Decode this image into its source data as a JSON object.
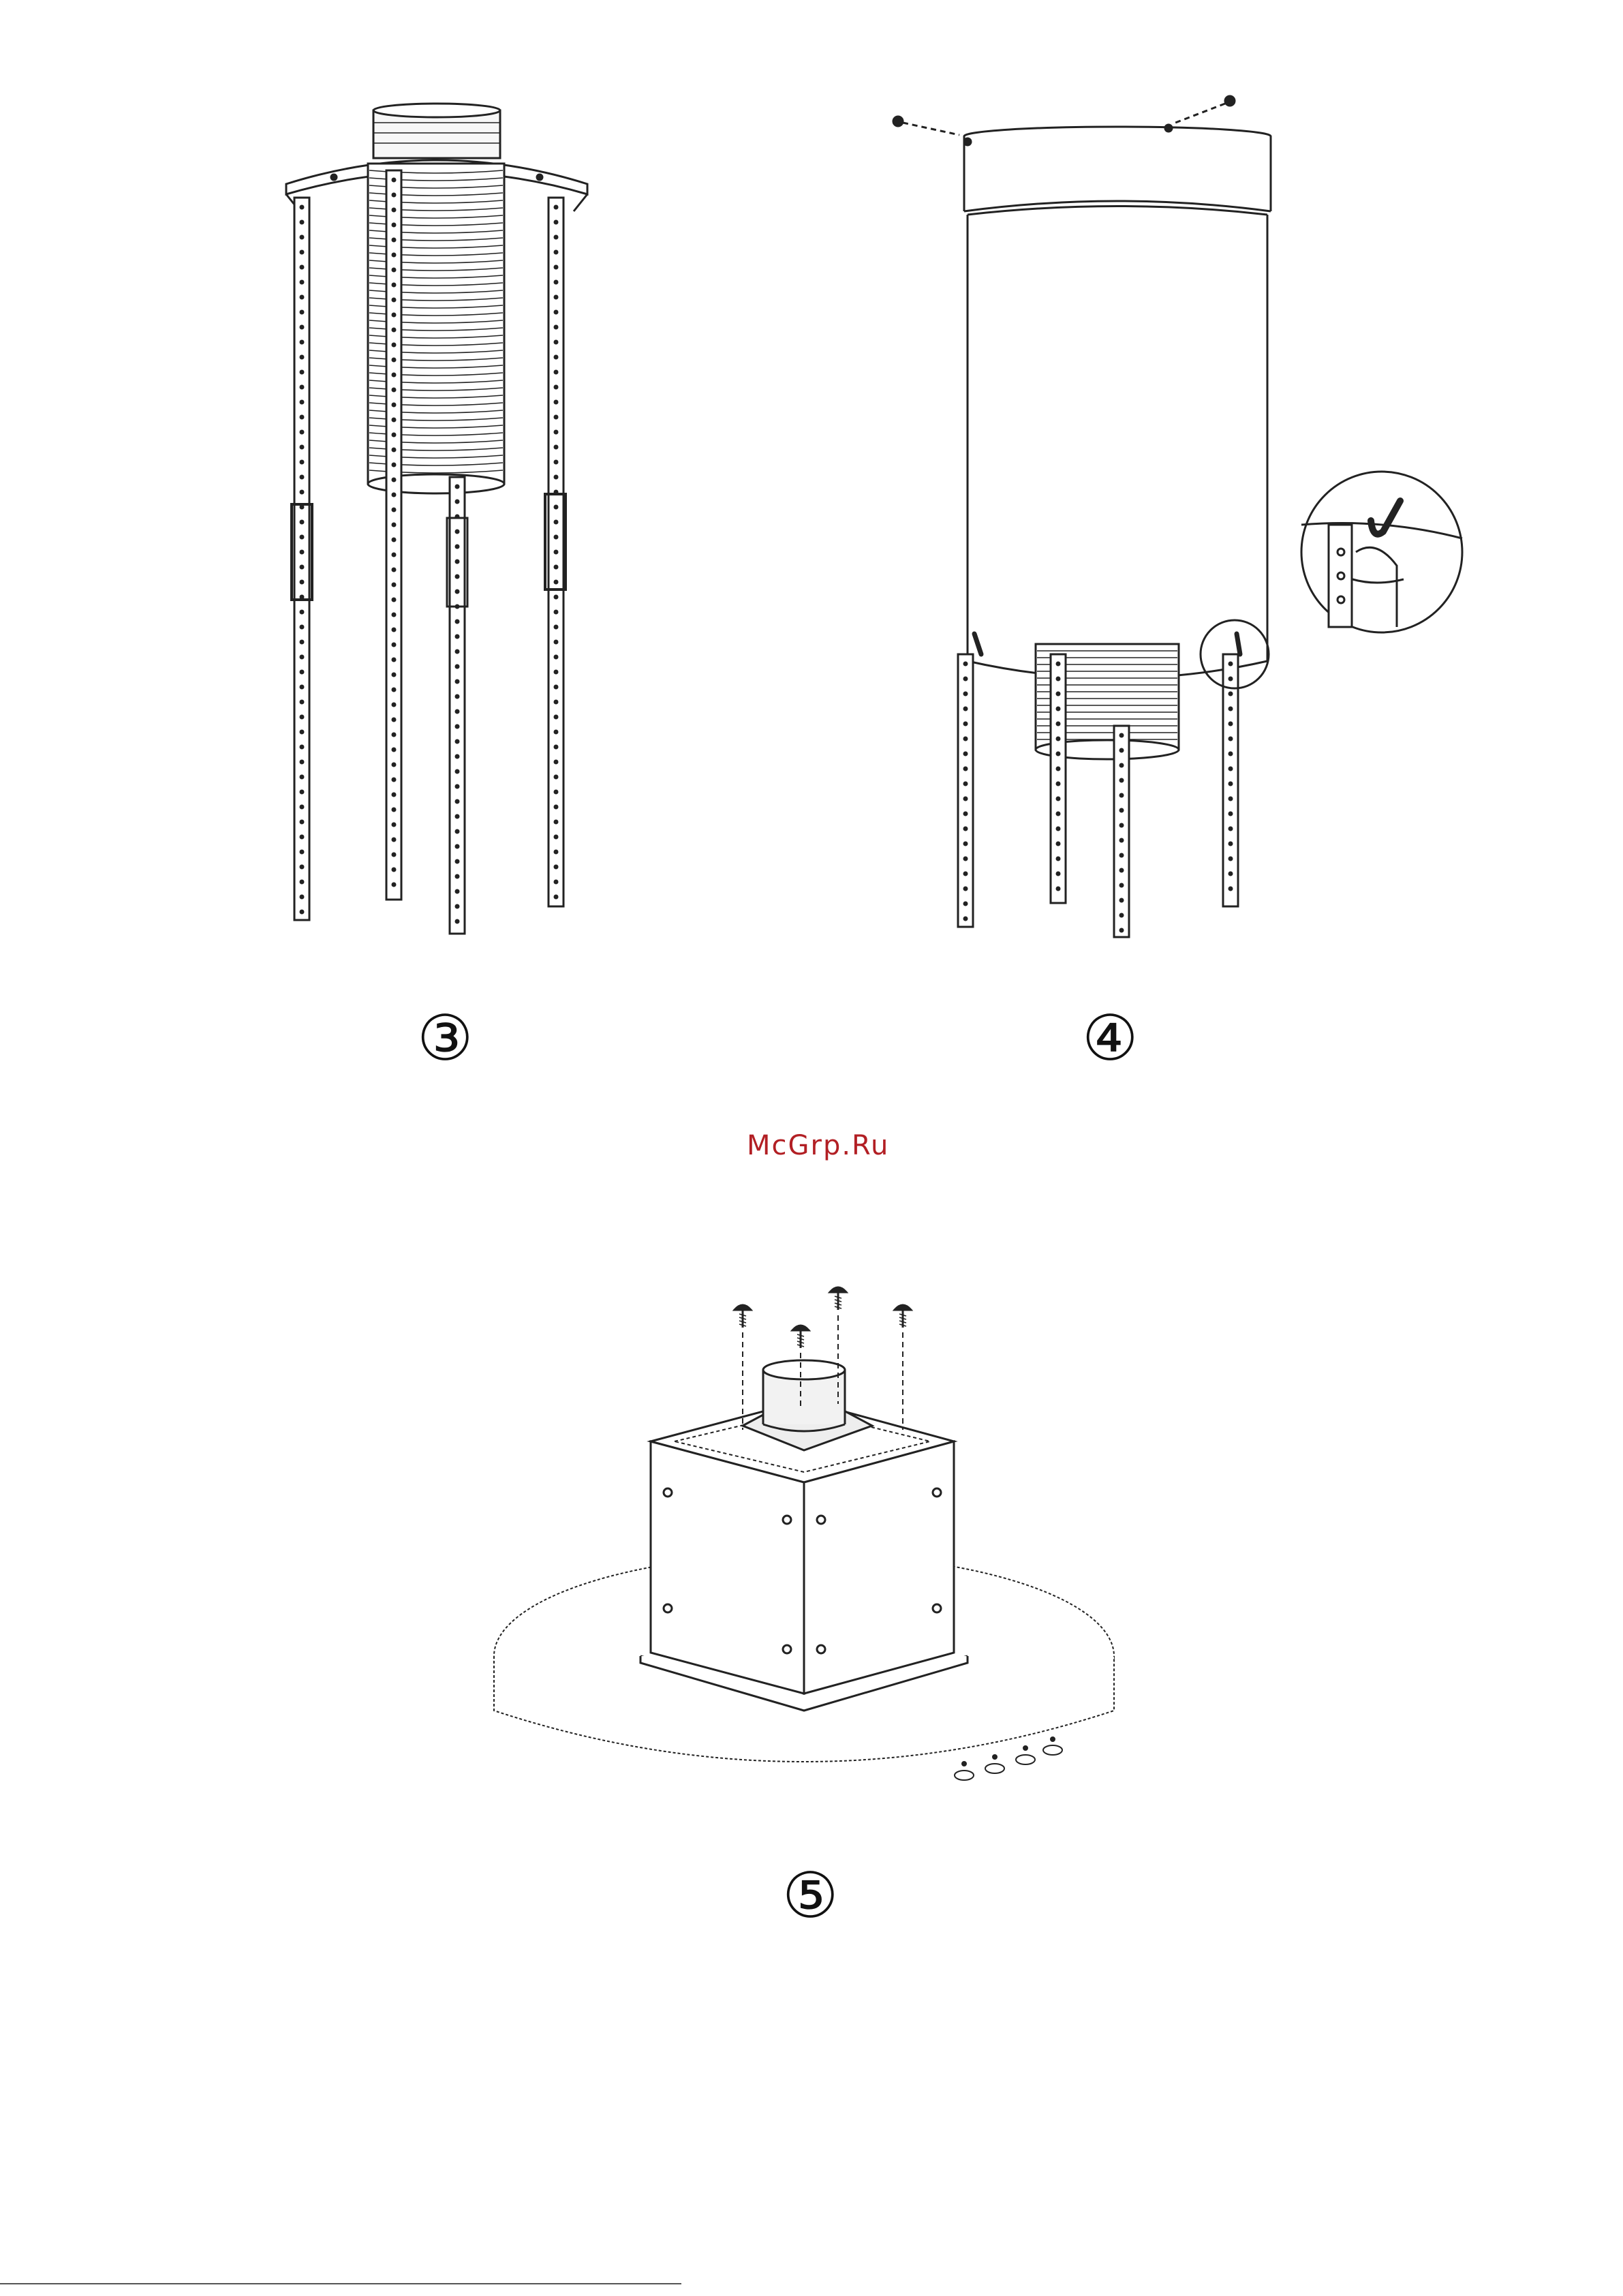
{
  "watermark": {
    "text": "McGrp.Ru",
    "color": "#b21f24"
  },
  "steps": [
    {
      "number": "③",
      "figure": "duct-and-brackets"
    },
    {
      "number": "④",
      "figure": "chimney-cover-with-detail"
    },
    {
      "number": "⑤",
      "figure": "motor-box-on-hood"
    }
  ]
}
